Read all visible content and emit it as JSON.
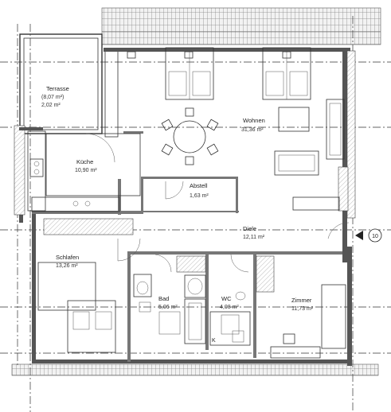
{
  "rooms": {
    "terrasse": {
      "name": "Terrasse",
      "area": "(8,07 m²)",
      "area2": "2,02 m²"
    },
    "wohnen": {
      "name": "Wohnen",
      "area": "31,36 m²"
    },
    "kueche": {
      "name": "Küche",
      "area": "10,90 m²"
    },
    "abstell": {
      "name": "Abstell",
      "area": "1,63 m²"
    },
    "diele": {
      "name": "Diele",
      "area": "12,11 m²"
    },
    "schlafen": {
      "name": "Schlafen",
      "area": "13,26 m²"
    },
    "bad": {
      "name": "Bad",
      "area": "5,06 m²"
    },
    "wc": {
      "name": "WC",
      "area": "4,08 m²"
    },
    "zimmer": {
      "name": "Zimmer",
      "area": "11,73 m²"
    }
  },
  "entrance_marker": {
    "label": "10"
  },
  "misc": {
    "appliance_label": "K"
  }
}
